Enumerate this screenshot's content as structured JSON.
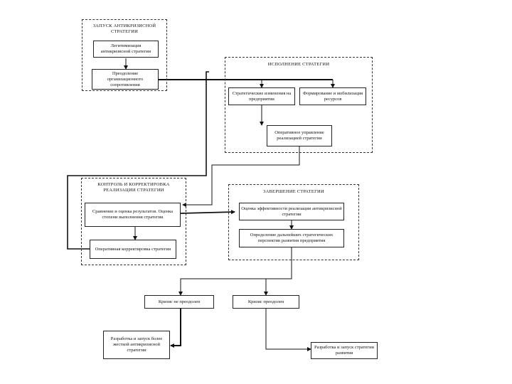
{
  "groups": {
    "launch": {
      "title": "ЗАПУСК АНТИКРИЗИСНОЙ СТРАТЕГИИ"
    },
    "execution": {
      "title": "ИСПОЛНЕНИЕ СТРАТЕГИИ"
    },
    "control": {
      "title": "КОНТРОЛЬ И КОРРЕКТИРОВКА РЕАЛИЗАЦИИ СТРАТЕГИИ"
    },
    "completion": {
      "title": "ЗАВЕРШЕНИЕ СТРАТЕГИИ"
    }
  },
  "boxes": {
    "legitimation": "Легитимизация антикризисной стратегии",
    "overcoming_resistance": "Преодоление организационного сопротивления",
    "strategic_changes": "Стратегические изменения на предприятии",
    "resource_mobilization": "Формирование и мобилизация ресурсов",
    "operational_management": "Оперативное управление реализацией стратегии",
    "comparison_evaluation": "Сравнение и оценка результатов. Оценка степени выполнения стратегии",
    "operational_correction": "Оперативная корректировка стратегии",
    "effectiveness_evaluation": "Оценка эффективности реализации антикризисной стратегии",
    "next_directions": "Определение дальнейших стратегических перспектив развития предприятия",
    "crisis_not_overcome": "Кризис не преодолен",
    "crisis_overcome": "Кризис преодолен",
    "tougher_strategy": "Разработка и запуск более жесткой антикризисной стратегии",
    "development_strategy": "Разработка и запуск стратегии развития"
  }
}
